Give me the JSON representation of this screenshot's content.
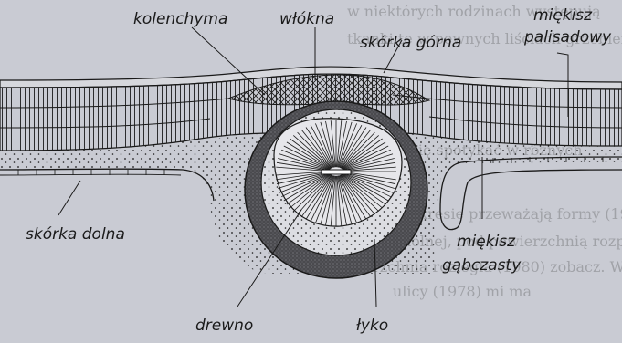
{
  "labels": {
    "kolenchyma": "kolenchyma",
    "wlokna": "włókna",
    "miekisz_palisadowy_1": "miękisz",
    "miekisz_palisadowy_2": "palisadowy",
    "skorka_gorna": "skórka górna",
    "skorka_dolna": "skórka dolna",
    "miekisz_gabczasty_1": "miękisz",
    "miekisz_gabczasty_2": "gąbczasty",
    "drewno": "drewno",
    "lyko": "łyko"
  },
  "colors": {
    "paper": "#c9cbd3",
    "ink": "#1a1a1a",
    "dark_ring": "#4a4a4e"
  }
}
